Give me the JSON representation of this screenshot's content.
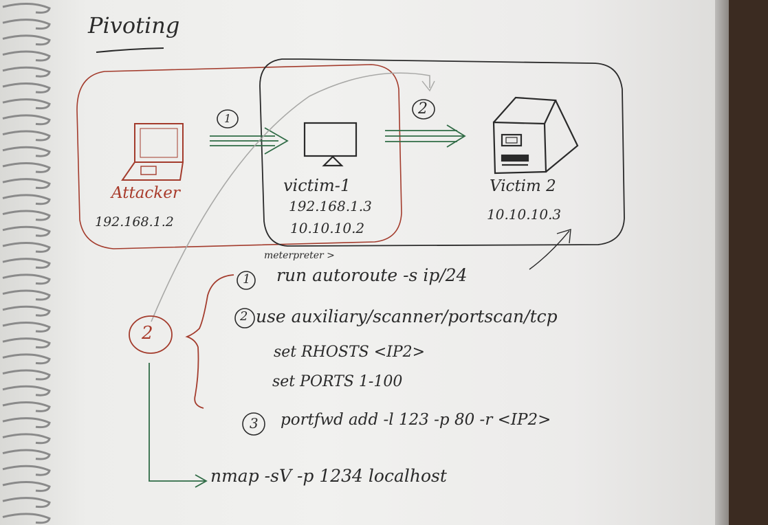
{
  "title": "Pivoting",
  "steps": {
    "one": "1",
    "two": "2"
  },
  "nodes": {
    "attacker": {
      "label": "Attacker",
      "ip": "192.168.1.2"
    },
    "victim1": {
      "label": "victim-1",
      "ip1": "192.168.1.3",
      "ip2": "10.10.10.2"
    },
    "victim2": {
      "label": "Victim 2",
      "ip": "10.10.10.3"
    }
  },
  "commands": {
    "prompt": "meterpreter >",
    "side_marker": "2",
    "c1_num": "1",
    "c1": "run autoroute -s ip/24",
    "c2_num": "2",
    "c2": "use auxiliary/scanner/portscan/tcp",
    "c2a": "set RHOSTS <IP2>",
    "c2b": "set PORTS 1-100",
    "c3_num": "3",
    "c3": "portfwd add -l 123 -p 80 -r <IP2>",
    "c4": "nmap -sV -p 1234 localhost"
  },
  "colors": {
    "ink": "#2a2a2a",
    "red": "#a83a2a",
    "green": "#2f5f3a",
    "paper": "#efefed"
  }
}
